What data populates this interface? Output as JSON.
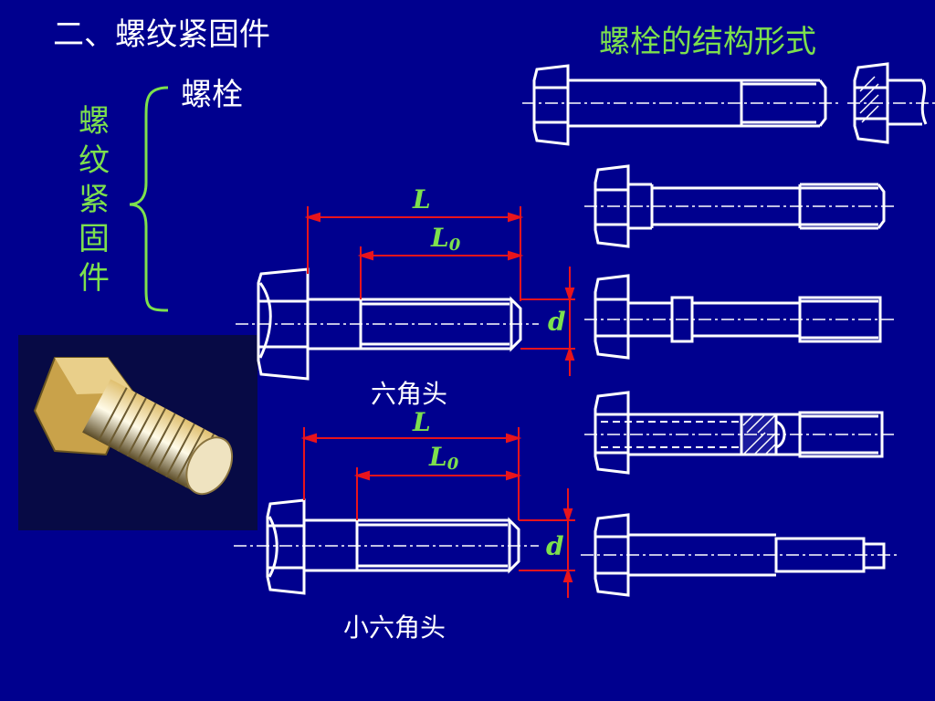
{
  "page": {
    "title": "二、螺纹紧固件",
    "right_title": "螺栓的结构形式",
    "category_vertical": "螺纹紧固件",
    "bolt_label": "螺栓"
  },
  "dims": {
    "L": "L",
    "L0_main": "L",
    "L0_sub": "0",
    "d": "d"
  },
  "captions": {
    "hex_head": "六角头",
    "small_hex_head": "小六角头"
  },
  "colors": {
    "background": "#00008e",
    "line": "#ffffff",
    "dimension": "#e8141c",
    "label_green": "#7de04d"
  }
}
